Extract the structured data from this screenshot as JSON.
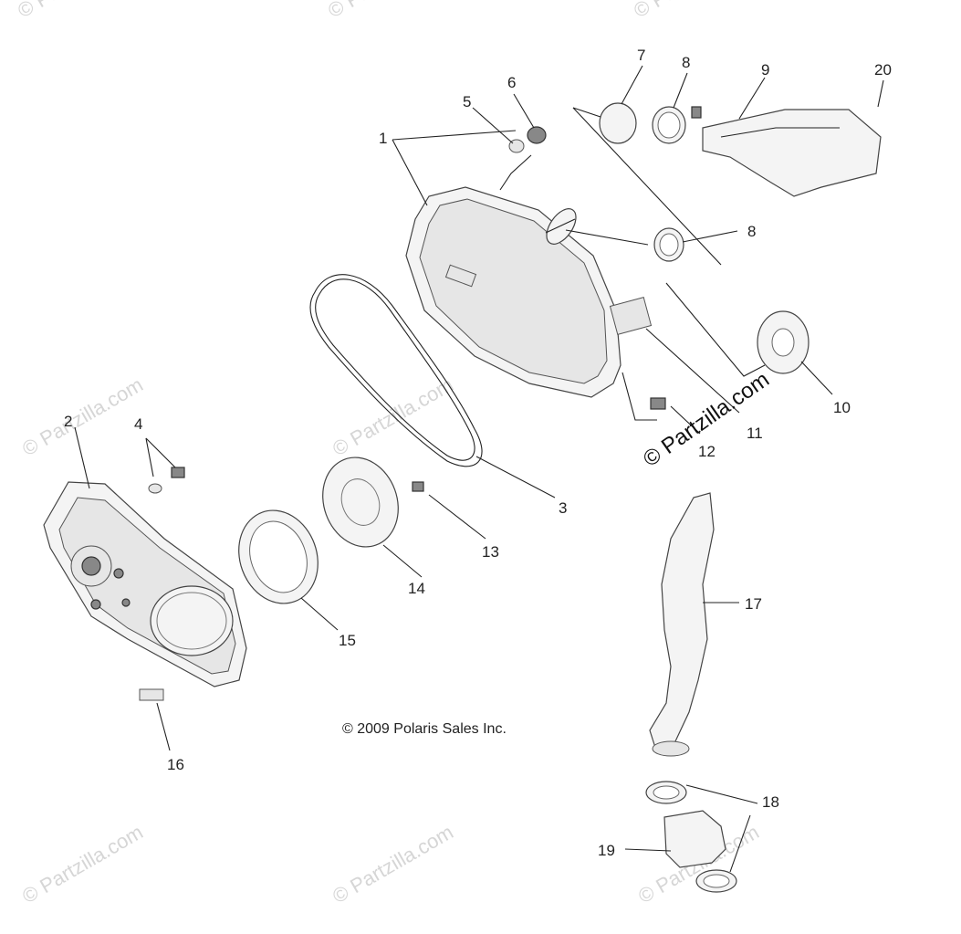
{
  "diagram": {
    "copyright": "© 2009 Polaris Sales Inc.",
    "watermark_main": "© Partzilla.com",
    "watermark_faint": "© Partzilla.com",
    "callouts": {
      "c1": "1",
      "c2": "2",
      "c3": "3",
      "c4": "4",
      "c5": "5",
      "c6": "6",
      "c7": "7",
      "c8a": "8",
      "c8b": "8",
      "c9": "9",
      "c10": "10",
      "c11": "11",
      "c12": "12",
      "c13": "13",
      "c14": "14",
      "c15": "15",
      "c16": "16",
      "c17": "17",
      "c18": "18",
      "c19": "19",
      "c20": "20"
    }
  }
}
